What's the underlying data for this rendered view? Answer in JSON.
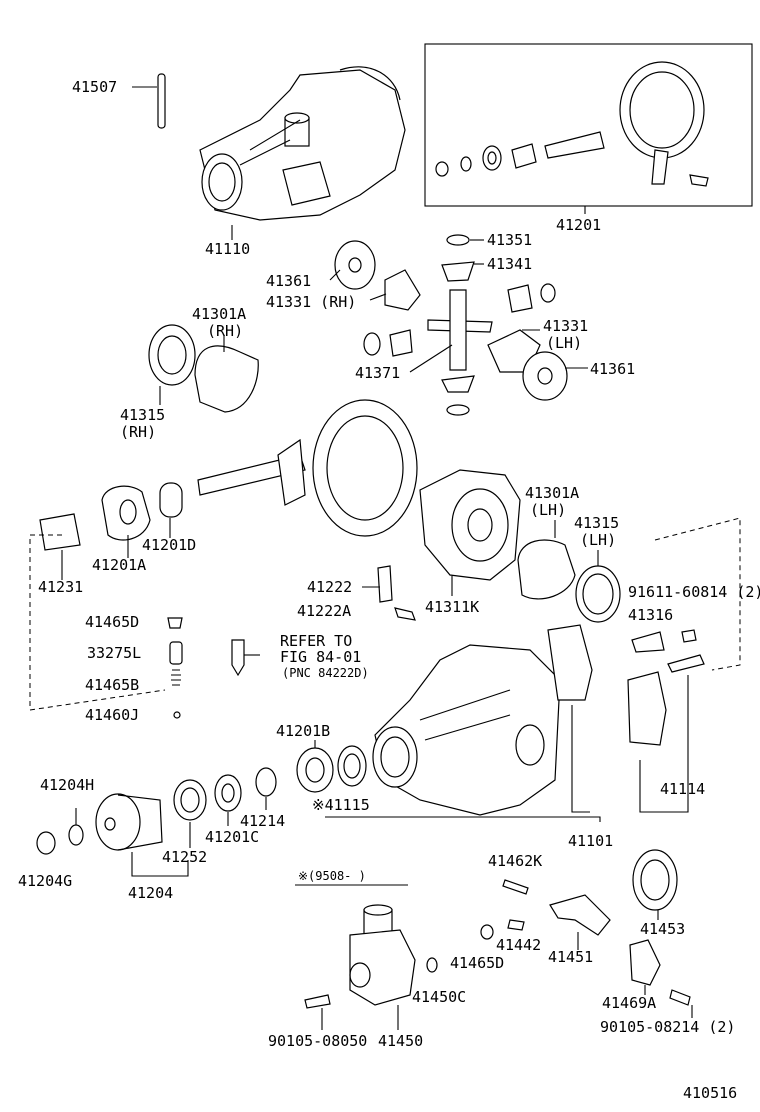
{
  "diagram": {
    "figure_number": "410516",
    "callouts": {
      "c41507": "41507",
      "c41110": "41110",
      "c41201": "41201",
      "c41351": "41351",
      "c41341": "41341",
      "c41361rh": "41361",
      "c41331rh": "41331 (RH)",
      "c41301a_rh": "41301A",
      "rh1": "(RH)",
      "c41315rh": "41315",
      "rh2": "(RH)",
      "c41331lh": "41331",
      "lh1": "(LH)",
      "c41371": "41371",
      "c41361lh": "41361",
      "c41301a_lh": "41301A",
      "lh2": "(LH)",
      "c41315lh": "41315",
      "lh3": "(LH)",
      "c41231": "41231",
      "c41201a": "41201A",
      "c41201d": "41201D",
      "c41222": "41222",
      "c41222a": "41222A",
      "c41311k": "41311K",
      "c91611": "91611-60814 (2)",
      "c41316": "41316",
      "c41465d_top": "41465D",
      "c33275l": "33275L",
      "c41465b": "41465B",
      "c41460j": "41460J",
      "refer1": "REFER TO",
      "refer2": "FIG 84-01",
      "refer3": "(PNC 84222D)",
      "c41201b": "41201B",
      "c41115": "※41115",
      "c41114": "41114",
      "c41204h": "41204H",
      "c41214": "41214",
      "c41201c": "41201C",
      "c41252": "41252",
      "c41101": "41101",
      "c41204g": "41204G",
      "c41204": "41204",
      "note_date": "※(9508-   )",
      "c41462k": "41462K",
      "c41453": "41453",
      "c41442": "41442",
      "c41465d_bot": "41465D",
      "c41451": "41451",
      "c41450c": "41450C",
      "c41469a": "41469A",
      "c90105_08050": "90105-08050",
      "c41450": "41450",
      "c90105_08214": "90105-08214 (2)"
    }
  }
}
